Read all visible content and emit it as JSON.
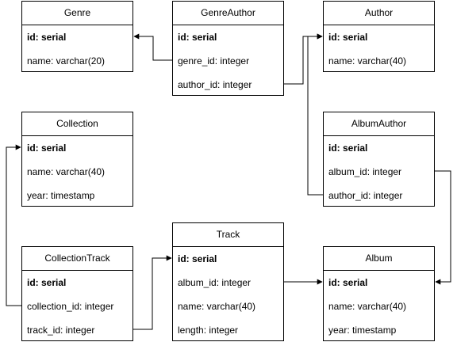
{
  "entities": {
    "genre": {
      "title": "Genre",
      "fields": [
        "id: serial",
        "name: varchar(20)"
      ]
    },
    "genre_author": {
      "title": "GenreAuthor",
      "fields": [
        "id: serial",
        "genre_id: integer",
        "author_id: integer"
      ]
    },
    "author": {
      "title": "Author",
      "fields": [
        "id: serial",
        "name: varchar(40)"
      ]
    },
    "collection": {
      "title": "Collection",
      "fields": [
        "id: serial",
        "name: varchar(40)",
        "year: timestamp"
      ]
    },
    "album_author": {
      "title": "AlbumAuthor",
      "fields": [
        "id: serial",
        "album_id: integer",
        "author_id: integer"
      ]
    },
    "collection_track": {
      "title": "CollectionTrack",
      "fields": [
        "id: serial",
        "collection_id: integer",
        "track_id: integer"
      ]
    },
    "track": {
      "title": "Track",
      "fields": [
        "id: serial",
        "album_id: integer",
        "name: varchar(40)",
        "length: integer"
      ]
    },
    "album": {
      "title": "Album",
      "fields": [
        "id: serial",
        "name: varchar(40)",
        "year: timestamp"
      ]
    }
  },
  "colors": {
    "line": "#000000",
    "background": "#ffffff"
  }
}
